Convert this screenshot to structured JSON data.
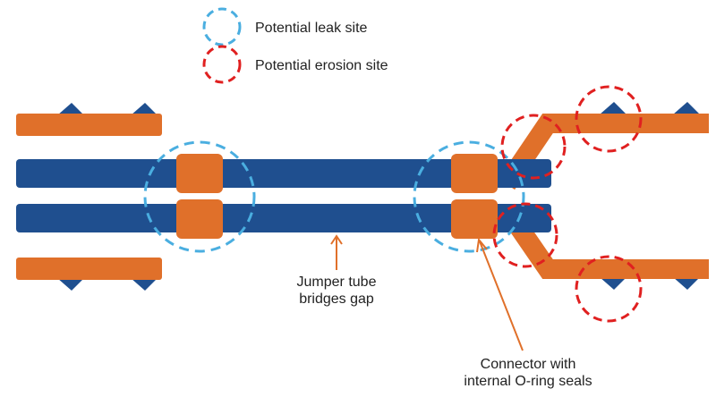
{
  "legend": {
    "leak_label": "Potential leak site",
    "erosion_label": "Potential erosion site"
  },
  "labels": {
    "jumper_line1": "Jumper tube",
    "jumper_line2": "bridges gap",
    "connector_line1": "Connector with",
    "connector_line2": "internal O-ring seals"
  },
  "colors": {
    "tube_blue": "#1f4f8f",
    "connector_orange": "#e0702a",
    "leak_circle": "#4aaee0",
    "erosion_circle": "#e02020"
  }
}
